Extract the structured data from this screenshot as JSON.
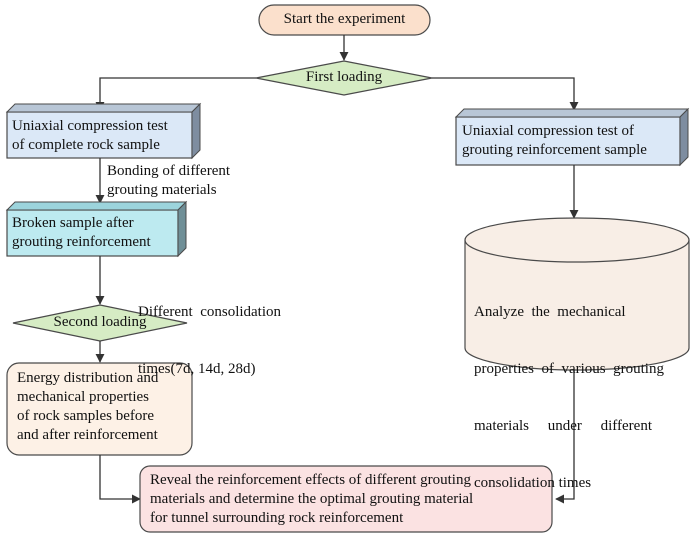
{
  "nodes": {
    "start": "Start the experiment",
    "first_loading": "First loading",
    "uct_complete": [
      "Uniaxial compression test",
      "of complete rock sample"
    ],
    "bonding": [
      "Bonding of different",
      "grouting materials"
    ],
    "broken_sample": [
      "Broken sample after",
      "grouting reinforcement"
    ],
    "consolidation": [
      "Different  consolidation",
      "times(7d, 14d, 28d)"
    ],
    "second_loading": "Second loading",
    "energy": [
      "Energy distribution and",
      "mechanical properties",
      "of rock samples before",
      "and after reinforcement"
    ],
    "uct_grouting": [
      "Uniaxial compression test of",
      "grouting reinforcement sample"
    ],
    "analyze": [
      "Analyze  the  mechanical",
      "properties  of  various  grouting",
      "materials     under     different",
      "consolidation times"
    ],
    "reveal": [
      "Reveal the reinforcement effects of different grouting",
      "materials and determine the optimal grouting material",
      "for tunnel surrounding rock reinforcement"
    ]
  },
  "colors": {
    "stroke": "#4a4a4a",
    "start_fill": "#fbe0cc",
    "diamond_fill": "#d6ecc4",
    "blue_front": "#dbe8f7",
    "blue_side": "#7e8da0",
    "cyan_front": "#bdeaf0",
    "cyan_side": "#6f8f97",
    "energy_fill": "#fdf1e6",
    "cylinder_fill": "#f8eee6",
    "reveal_fill": "#fbe2e2"
  }
}
